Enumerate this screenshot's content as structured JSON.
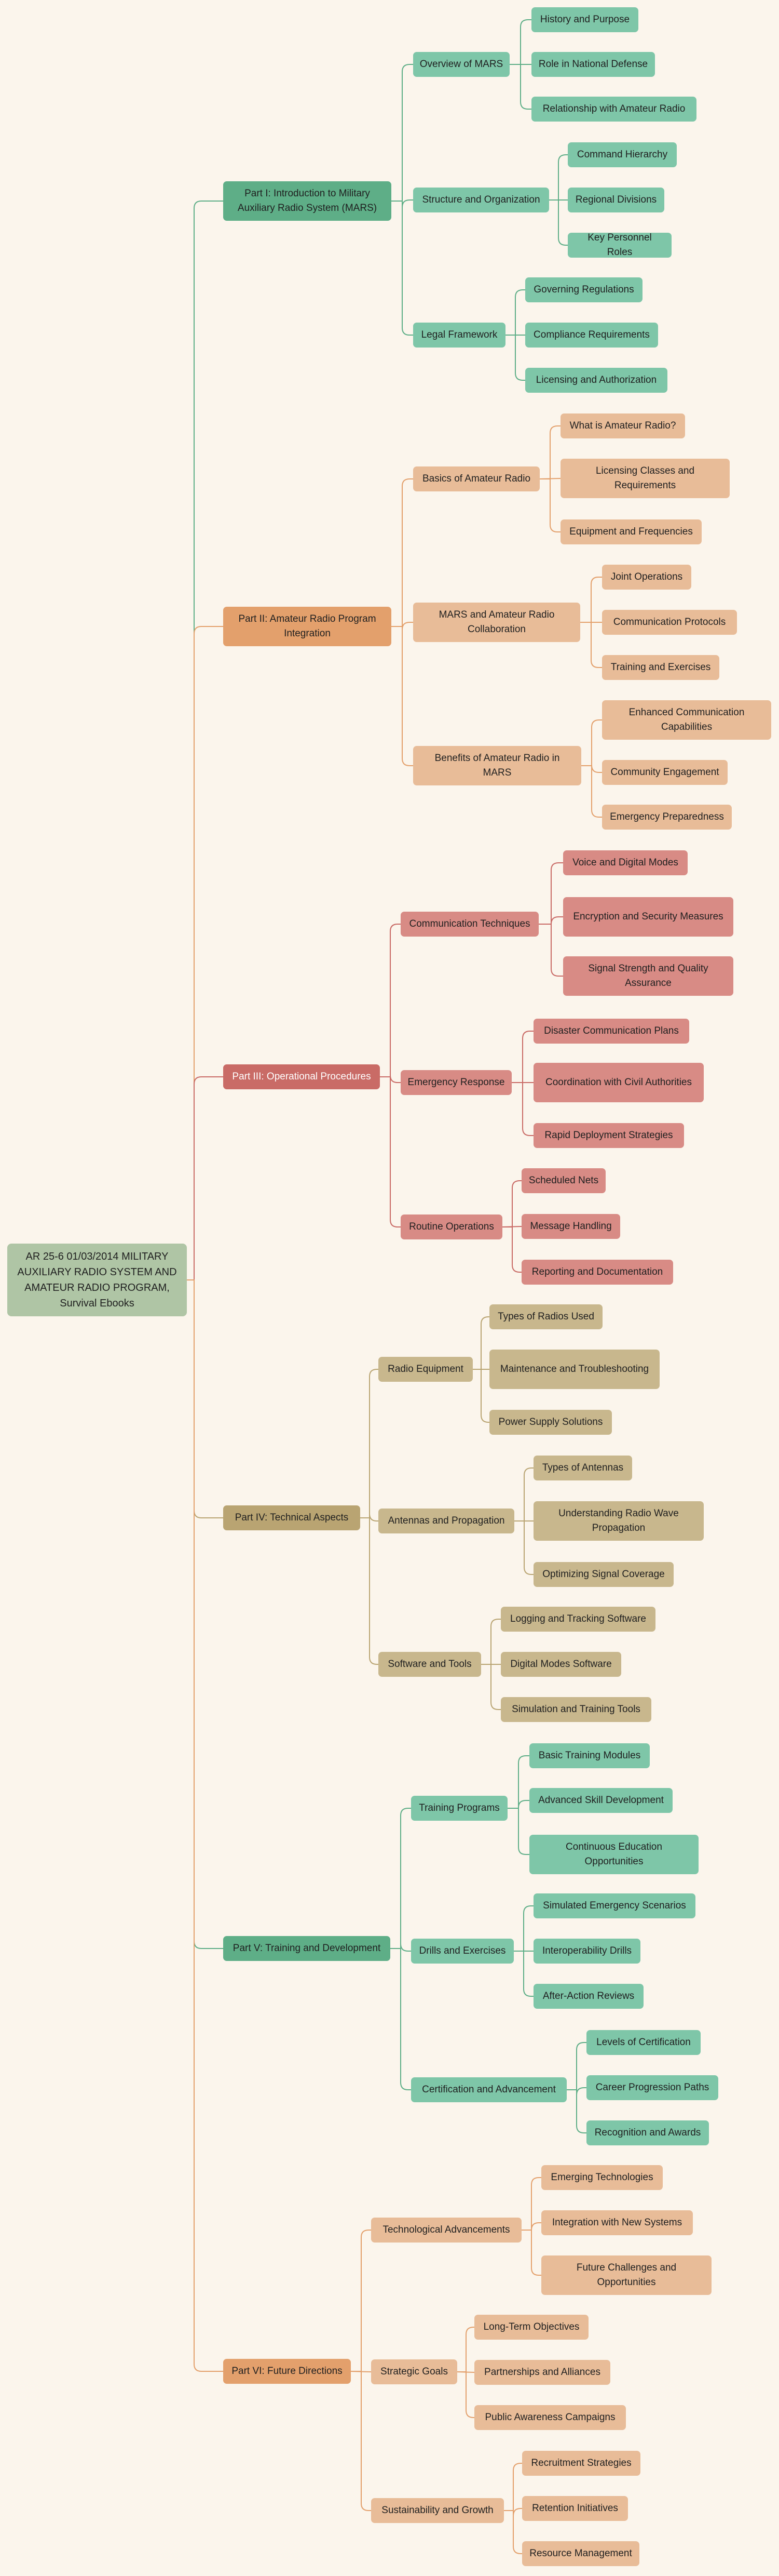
{
  "colors": {
    "root": "#afc5a5",
    "teal": "#7ec6a8",
    "teal_dark": "#5eae87",
    "orange": "#e8bc98",
    "orange_dark": "#e3a06c",
    "red": "#d88b85",
    "red_dark": "#c96b66",
    "khaki": "#c8b78d",
    "khaki_dark": "#b9a472"
  },
  "root": {
    "label": "AR 25-6 01/03/2014 MILITARY AUXILIARY RADIO SYSTEM AND AMATEUR RADIO PROGRAM, Survival Ebooks"
  },
  "parts": [
    {
      "label": "Part I: Introduction to Military Auxiliary Radio System (MARS)",
      "theme": "teal",
      "sections": [
        {
          "label": "Overview of MARS",
          "items": [
            "History and Purpose",
            "Role in National Defense",
            "Relationship with Amateur Radio"
          ]
        },
        {
          "label": "Structure and Organization",
          "items": [
            "Command Hierarchy",
            "Regional Divisions",
            "Key Personnel Roles"
          ]
        },
        {
          "label": "Legal Framework",
          "items": [
            "Governing Regulations",
            "Compliance Requirements",
            "Licensing and Authorization"
          ]
        }
      ]
    },
    {
      "label": "Part II: Amateur Radio Program Integration",
      "theme": "orange",
      "sections": [
        {
          "label": "Basics of Amateur Radio",
          "items": [
            "What is Amateur Radio?",
            "Licensing Classes and Requirements",
            "Equipment and Frequencies"
          ]
        },
        {
          "label": "MARS and Amateur Radio Collaboration",
          "items": [
            "Joint Operations",
            "Communication Protocols",
            "Training and Exercises"
          ]
        },
        {
          "label": "Benefits of Amateur Radio in MARS",
          "items": [
            "Enhanced Communication Capabilities",
            "Community Engagement",
            "Emergency Preparedness"
          ]
        }
      ]
    },
    {
      "label": "Part III: Operational Procedures",
      "theme": "red",
      "sections": [
        {
          "label": "Communication Techniques",
          "items": [
            "Voice and Digital Modes",
            "Encryption and Security Measures",
            "Signal Strength and Quality Assurance"
          ]
        },
        {
          "label": "Emergency Response",
          "items": [
            "Disaster Communication Plans",
            "Coordination with Civil Authorities",
            "Rapid Deployment Strategies"
          ]
        },
        {
          "label": "Routine Operations",
          "items": [
            "Scheduled Nets",
            "Message Handling",
            "Reporting and Documentation"
          ]
        }
      ]
    },
    {
      "label": "Part IV: Technical Aspects",
      "theme": "khaki",
      "sections": [
        {
          "label": "Radio Equipment",
          "items": [
            "Types of Radios Used",
            "Maintenance and Troubleshooting",
            "Power Supply Solutions"
          ]
        },
        {
          "label": "Antennas and Propagation",
          "items": [
            "Types of Antennas",
            "Understanding Radio Wave Propagation",
            "Optimizing Signal Coverage"
          ]
        },
        {
          "label": "Software and Tools",
          "items": [
            "Logging and Tracking Software",
            "Digital Modes Software",
            "Simulation and Training Tools"
          ]
        }
      ]
    },
    {
      "label": "Part V: Training and Development",
      "theme": "teal",
      "sections": [
        {
          "label": "Training Programs",
          "items": [
            "Basic Training Modules",
            "Advanced Skill Development",
            "Continuous Education Opportunities"
          ]
        },
        {
          "label": "Drills and Exercises",
          "items": [
            "Simulated Emergency Scenarios",
            "Interoperability Drills",
            "After-Action Reviews"
          ]
        },
        {
          "label": "Certification and Advancement",
          "items": [
            "Levels of Certification",
            "Career Progression Paths",
            "Recognition and Awards"
          ]
        }
      ]
    },
    {
      "label": "Part VI: Future Directions",
      "theme": "orange",
      "sections": [
        {
          "label": "Technological Advancements",
          "items": [
            "Emerging Technologies",
            "Integration with New Systems",
            "Future Challenges and Opportunities"
          ]
        },
        {
          "label": "Strategic Goals",
          "items": [
            "Long-Term Objectives",
            "Partnerships and Alliances",
            "Public Awareness Campaigns"
          ]
        },
        {
          "label": "Sustainability and Growth",
          "items": [
            "Recruitment Strategies",
            "Retention Initiatives",
            "Resource Management"
          ]
        }
      ]
    }
  ]
}
